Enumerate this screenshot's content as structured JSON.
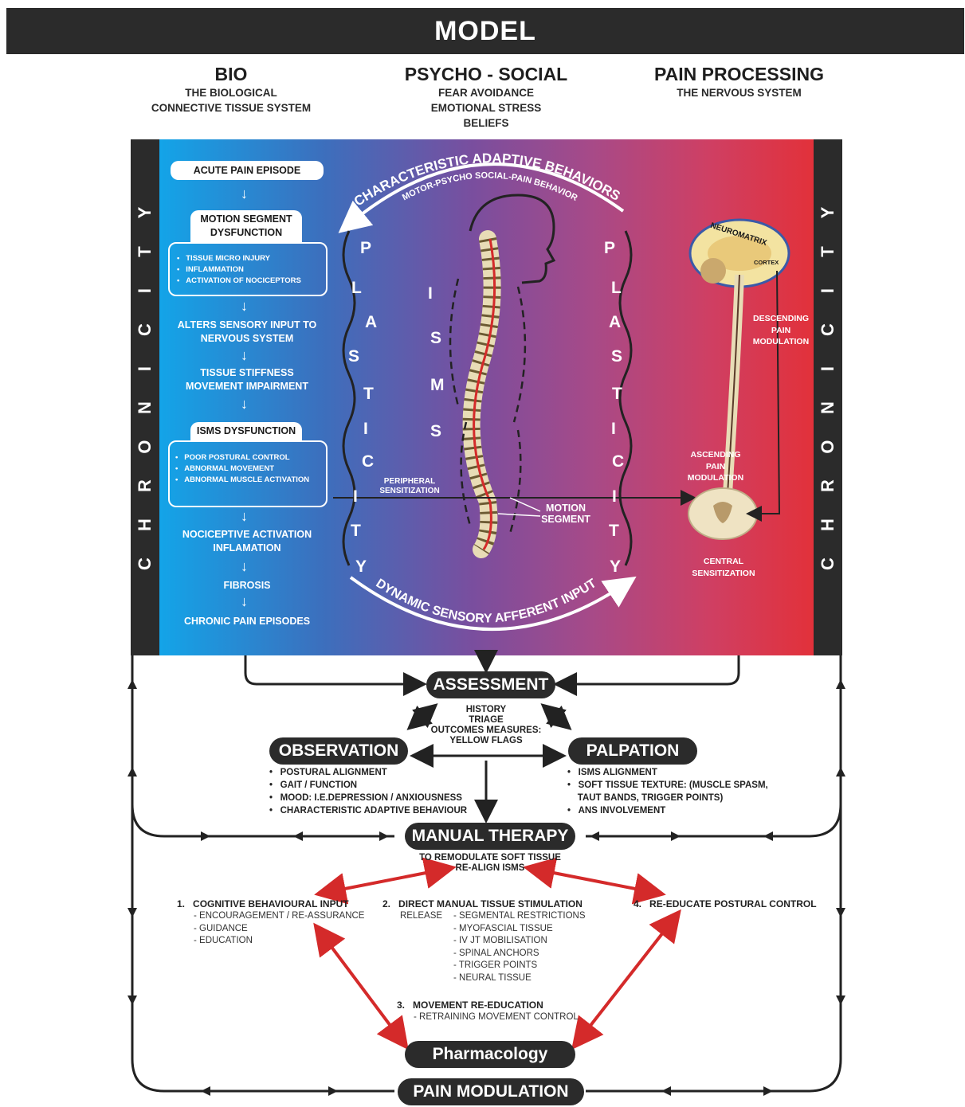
{
  "header": {
    "title": "MODEL"
  },
  "columns": [
    {
      "title": "BIO",
      "lines": [
        "THE BIOLOGICAL",
        "CONNECTIVE TISSUE SYSTEM"
      ]
    },
    {
      "title": "PSYCHO - SOCIAL",
      "lines": [
        "FEAR AVOIDANCE",
        "EMOTIONAL STRESS",
        "BELIEFS"
      ]
    },
    {
      "title": "PAIN PROCESSING",
      "lines": [
        "THE NERVOUS SYSTEM"
      ]
    }
  ],
  "sidebar": {
    "label": "CHRONICITY"
  },
  "bio_flow": {
    "acute": "ACUTE PAIN EPISODE",
    "motion_title_1": "MOTION SEGMENT",
    "motion_title_2": "DYSFUNCTION",
    "motion_items": [
      "TISSUE MICRO INJURY",
      "INFLAMMATION",
      "ACTIVATION OF NOCICEPTORS"
    ],
    "alters_1": "ALTERS SENSORY INPUT TO",
    "alters_2": "NERVOUS SYSTEM",
    "stiff_1": "TISSUE STIFFNESS",
    "stiff_2": "MOVEMENT IMPAIRMENT",
    "isms_title": "ISMS DYSFUNCTION",
    "isms_items": [
      "POOR POSTURAL CONTROL",
      "ABNORMAL MOVEMENT",
      "ABNORMAL MUSCLE ACTIVATION"
    ],
    "noci_1": "NOCICEPTIVE ACTIVATION",
    "noci_2": "INFLAMATION",
    "fibrosis": "FIBROSIS",
    "chronic": "CHRONIC PAIN EPISODES"
  },
  "center": {
    "arc_top": "CHARACTERISTIC ADAPTIVE BEHAVIORS",
    "arc_top_sub": "MOTOR-PSYCHO SOCIAL-PAIN BEHAVIOR",
    "arc_bottom": "DYNAMIC SENSORY AFFERENT INPUT",
    "plasticity": "PLASTICITY",
    "isms": "ISMS",
    "peripheral_1": "PERIPHERAL",
    "peripheral_2": "SENSITIZATION",
    "motion_1": "MOTION",
    "motion_2": "SEGMENT"
  },
  "pain": {
    "neuromatrix": "NEUROMATRIX",
    "cortex": "CORTEX",
    "descending_1": "DESCENDING",
    "descending_2": "PAIN",
    "descending_3": "MODULATION",
    "ascending_1": "ASCENDING",
    "ascending_2": "PAIN",
    "ascending_3": "MODULATION",
    "central_1": "CENTRAL",
    "central_2": "SENSITIZATION"
  },
  "assessment": {
    "label": "ASSESSMENT",
    "items": [
      "HISTORY",
      "TRIAGE",
      "OUTCOMES MEASURES:",
      "YELLOW FLAGS"
    ]
  },
  "observation": {
    "label": "OBSERVATION",
    "items": [
      "POSTURAL ALIGNMENT",
      "GAIT / FUNCTION",
      "MOOD: I.E.DEPRESSION / ANXIOUSNESS",
      "CHARACTERISTIC ADAPTIVE BEHAVIOUR"
    ]
  },
  "palpation": {
    "label": "PALPATION",
    "items": [
      "ISMS ALIGNMENT",
      "SOFT TISSUE TEXTURE: (MUSCLE SPASM,",
      "TAUT BANDS, TRIGGER POINTS)",
      "ANS INVOLVEMENT"
    ]
  },
  "manual": {
    "label": "MANUAL THERAPY",
    "sub_1": "TO REMODULATE SOFT TISSUE",
    "sub_2": "RE-ALIGN ISMS"
  },
  "therapy": {
    "t1_num": "1.",
    "t1_title": "COGNITIVE BEHAVIOURAL INPUT",
    "t1_items": [
      "- ENCOURAGEMENT / RE-ASSURANCE",
      "- GUIDANCE",
      "- EDUCATION"
    ],
    "t2_num": "2.",
    "t2_title": "DIRECT MANUAL TISSUE STIMULATION",
    "t2_release": "RELEASE",
    "t2_items": [
      "- SEGMENTAL RESTRICTIONS",
      "- MYOFASCIAL TISSUE",
      "- IV JT MOBILISATION",
      "- SPINAL ANCHORS",
      "- TRIGGER POINTS",
      "- NEURAL TISSUE"
    ],
    "t3_num": "3.",
    "t3_title": "MOVEMENT RE-EDUCATION",
    "t3_items": [
      "- RETRAINING MOVEMENT CONTROL"
    ],
    "t4_num": "4.",
    "t4_title": "RE-EDUCATE POSTURAL CONTROL"
  },
  "pharmacology": {
    "label": "Pharmacology"
  },
  "pain_modulation": {
    "label": "PAIN MODULATION"
  }
}
